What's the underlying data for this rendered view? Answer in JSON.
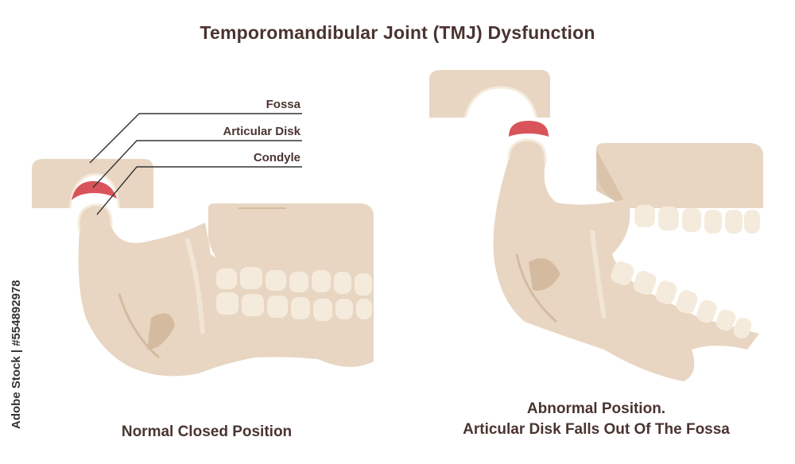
{
  "title": "Temporomandibular Joint (TMJ) Dysfunction",
  "labels": {
    "fossa": "Fossa",
    "disk": "Articular Disk",
    "condyle": "Condyle"
  },
  "captions": {
    "normal": "Normal Closed Position",
    "abnormal_line1": "Abnormal Position.",
    "abnormal_line2": "Articular Disk Falls Out Of The Fossa"
  },
  "watermark": "Adobe Stock | #554892978",
  "colors": {
    "bone": "#e8d6c2",
    "bone_shadow": "#d4bba0",
    "teeth": "#f5ebdd",
    "disk": "#d9545a",
    "text": "#4a3430"
  }
}
